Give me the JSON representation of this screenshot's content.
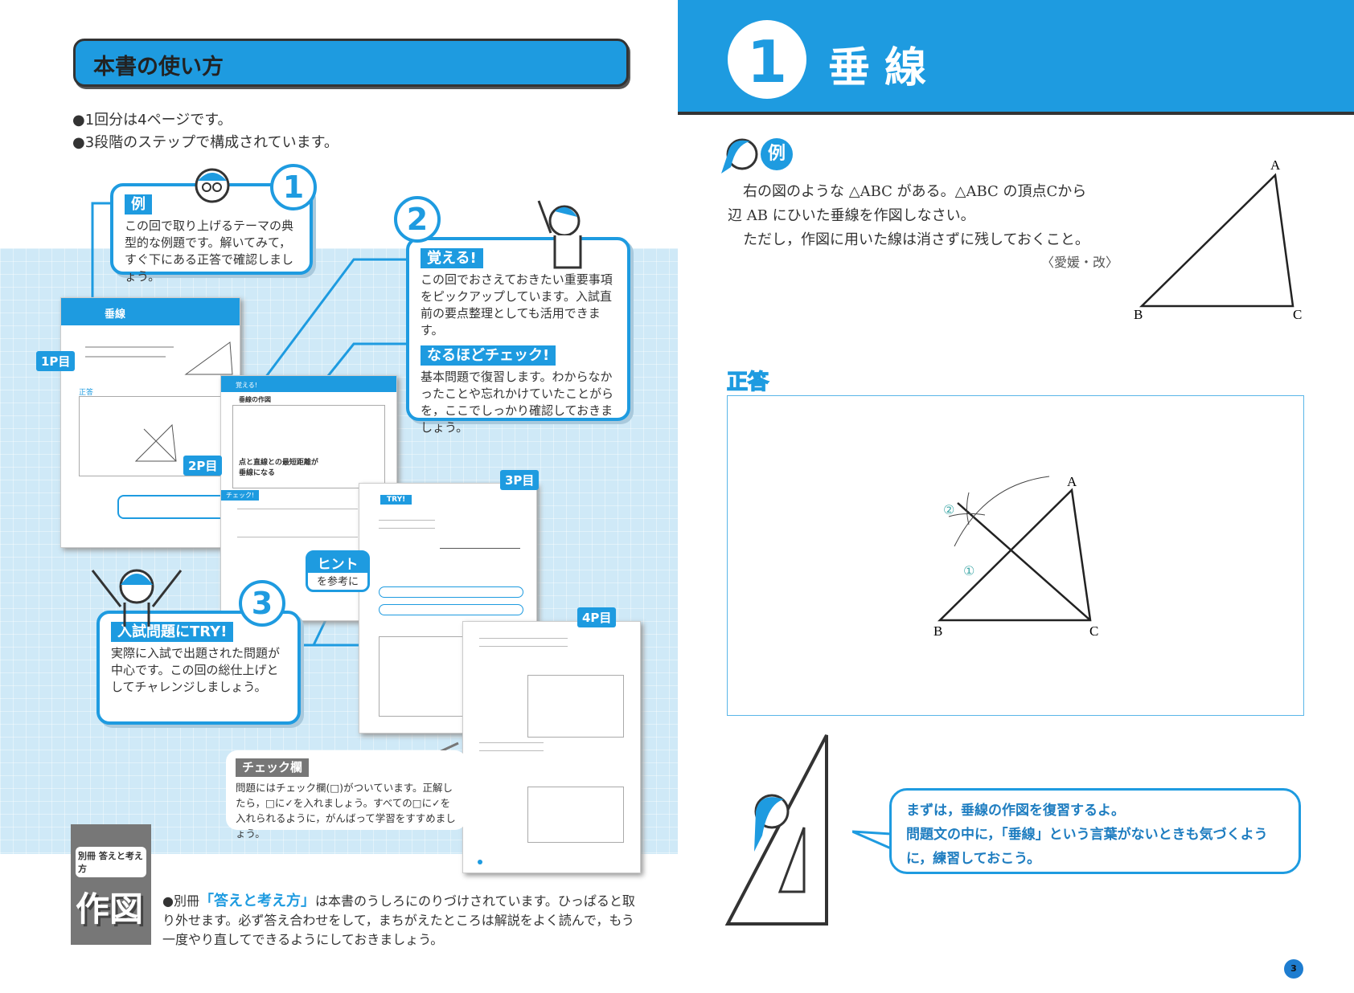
{
  "left": {
    "title": "本書の使い方",
    "bullets": [
      "●1回分は4ページです。",
      "●3段階のステップで構成されています。"
    ],
    "step1": {
      "num": "1",
      "tag": "例",
      "text": "この回で取り上げるテーマの典型的な例題です。解いてみて，すぐ下にある正答で確認しましょう。"
    },
    "step2": {
      "num": "2",
      "tag1": "覚える!",
      "text1": "この回でおさえておきたい重要事項をピックアップしています。入試直前の要点整理としても活用できます。",
      "tag2": "なるほどチェック!",
      "text2": "基本問題で復習します。わからなかったことや忘れかけていたことがらを，ここでしっかり確認しておきましょう。"
    },
    "step3": {
      "num": "3",
      "tag": "入試問題にTRY!",
      "text": "実際に入試で出題された問題が中心です。この回の総仕上げとしてチャレンジしましょう。"
    },
    "check": {
      "tag": "チェック欄",
      "text": "問題にはチェック欄(□)がついています。正解したら，□に✓を入れましょう。すべての□に✓を入れられるように，がんばって学習をすすめましょう。"
    },
    "hint": {
      "title": "ヒント",
      "sub": "を参考に"
    },
    "page_labels": [
      "1P目",
      "2P目",
      "3P目",
      "4P目"
    ],
    "mini": {
      "p1_title": "垂線",
      "p1_tag": "正答",
      "p2_tag": "覚える!",
      "p2_title": "垂線の作図",
      "p2_note": "点と直線との最短距離が垂線になる",
      "p2_check": "チェック!",
      "p3_try": "TRY!"
    },
    "bessatsu": {
      "cover_title": "別冊 答えと考え方",
      "cover_big": "作図",
      "prefix": "●別冊",
      "highlight": "「答えと考え方」",
      "text": "は本書のうしろにのりづけされています。ひっぱると取り外せます。必ず答え合わせをして，まちがえたところは解説をよく読んで，もう一度やり直してできるようにしておきましょう。"
    }
  },
  "right": {
    "chapter_num": "1",
    "chapter_title": "垂 線",
    "example_tag": "例",
    "problem_lines": [
      "右の図のような △ABC がある。△ABC の頂点Cから",
      "辺 AB にひいた垂線を作図しなさい。",
      "ただし，作図に用いた線は消さずに残しておくこと。"
    ],
    "source": "〈愛媛・改〉",
    "labels": {
      "A": "A",
      "B": "B",
      "C": "C",
      "m1": "①",
      "m2": "②"
    },
    "answer_label": "正答",
    "bubble_lines": [
      "まずは，垂線の作図を復習するよ。",
      "問題文の中に，「垂線」という言葉がないときも気づくよう",
      "に，練習しておこう。"
    ],
    "page_number": "3"
  },
  "colors": {
    "accent": "#1e9be0"
  }
}
